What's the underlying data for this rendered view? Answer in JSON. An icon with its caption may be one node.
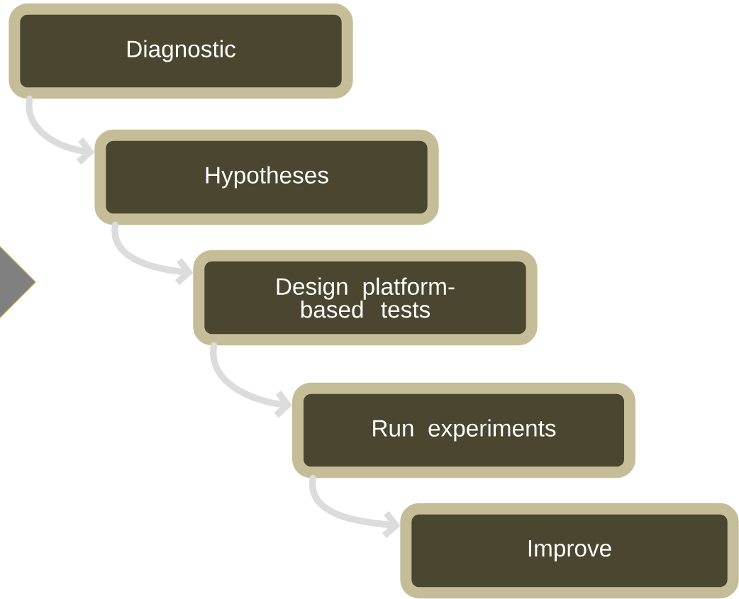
{
  "diagram": {
    "nodes": [
      {
        "text": [
          "Diagnostic"
        ]
      },
      {
        "text": [
          "Hypotheses"
        ]
      },
      {
        "text": [
          "Design platform-based tests"
        ]
      },
      {
        "text": [
          "Run experiments"
        ]
      },
      {
        "text": [
          "Improve"
        ]
      }
    ],
    "edges": [
      {
        "from": 0,
        "to": 1,
        "arrow": "to"
      },
      {
        "from": 1,
        "to": 2,
        "arrow": "to"
      },
      {
        "from": 2,
        "to": 3,
        "arrow": "to"
      },
      {
        "from": 3,
        "to": 4,
        "arrow": "to"
      }
    ]
  }
}
